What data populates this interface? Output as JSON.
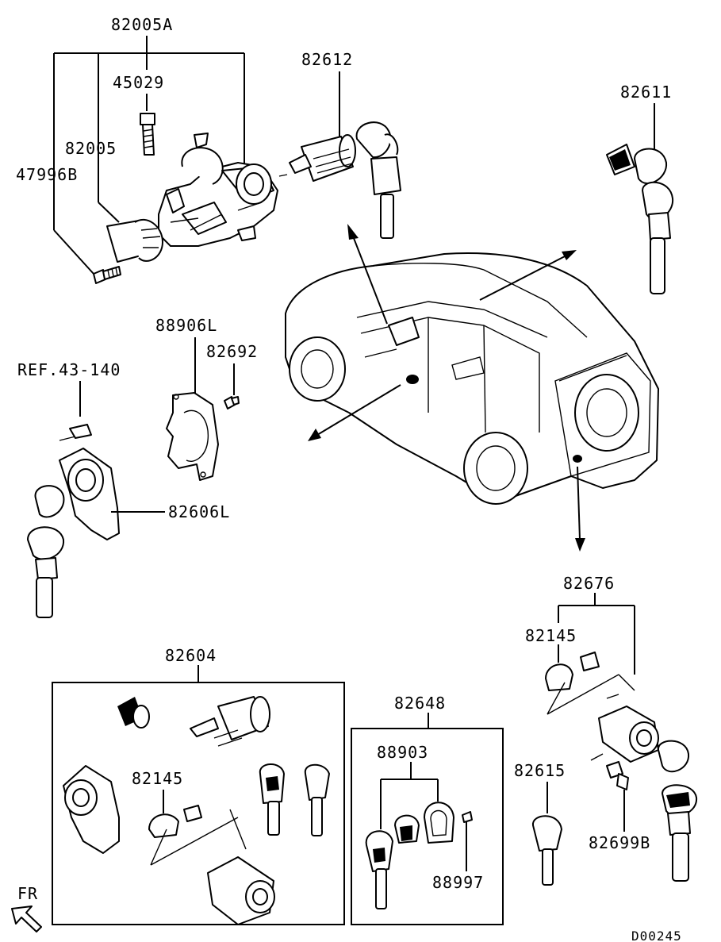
{
  "labels": {
    "p82005A": "82005A",
    "p45029": "45029",
    "p82005": "82005",
    "p47996B": "47996B",
    "p82612": "82612",
    "p82611": "82611",
    "p88906L": "88906L",
    "p82692": "82692",
    "ref43140": "REF.43-140",
    "p82606L": "82606L",
    "p82676": "82676",
    "p82145a": "82145",
    "p82604": "82604",
    "p82145b": "82145",
    "p82648": "82648",
    "p88903": "88903",
    "p88997": "88997",
    "p82615": "82615",
    "p82699B": "82699B",
    "fr": "FR",
    "drawing_no": "D00245"
  }
}
